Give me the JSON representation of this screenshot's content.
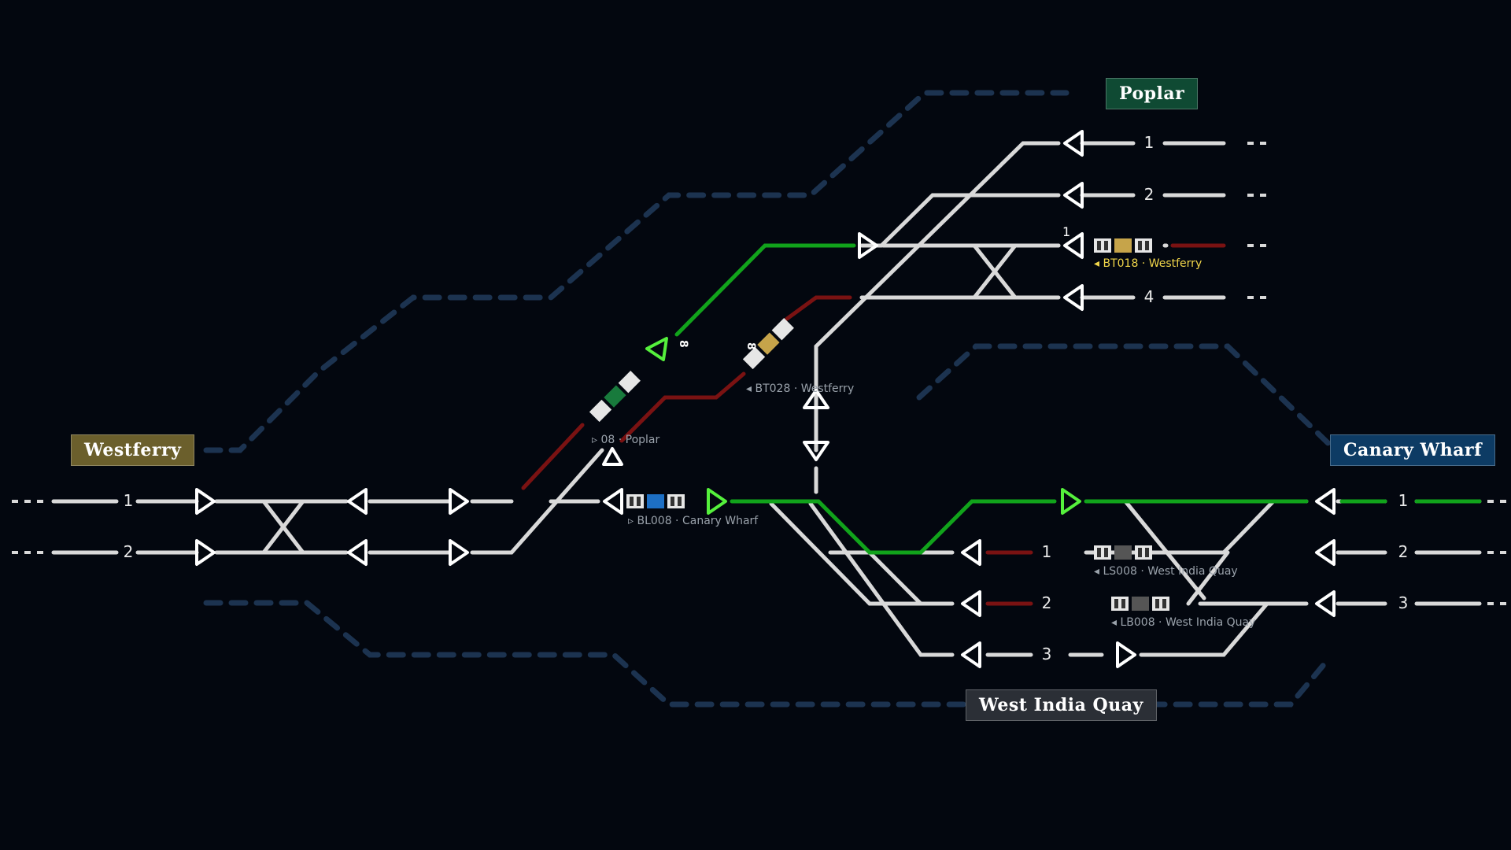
{
  "stations": {
    "westferry": {
      "name": "Westferry",
      "color": "#6b5f2c"
    },
    "poplar": {
      "name": "Poplar",
      "color": "#0f4a33"
    },
    "canary_wharf": {
      "name": "Canary Wharf",
      "color": "#0d3b64"
    },
    "west_india_quay": {
      "name": "West India Quay",
      "color": "#2b2f36"
    }
  },
  "platforms": {
    "westferry": [
      "1",
      "2"
    ],
    "poplar": [
      "1",
      "2",
      "4"
    ],
    "canary_wharf": [
      "1",
      "2",
      "3"
    ],
    "west_india_quay": [
      "1",
      "2",
      "3"
    ]
  },
  "trains": {
    "bt018": {
      "label": "BT018 · Westferry",
      "color": "#f1d64a"
    },
    "bt028": {
      "label": "BT028 · Westferry"
    },
    "poplar_train": {
      "label": "08 · Poplar"
    },
    "bl008": {
      "label": "BL008 · Canary Wharf"
    },
    "ls008": {
      "label": "LS008 · West India Quay"
    },
    "lb008": {
      "label": "LB008 · West India Quay"
    }
  },
  "markers": {
    "m8a": "8",
    "m8b": "8",
    "m1": "1"
  },
  "colors": {
    "background": "#03070f",
    "track": "#d9d9d9",
    "route_green": "#11a31b",
    "route_red": "#7a1212",
    "dashed_line": "#1c3350",
    "signal_green": "#55f03c"
  }
}
